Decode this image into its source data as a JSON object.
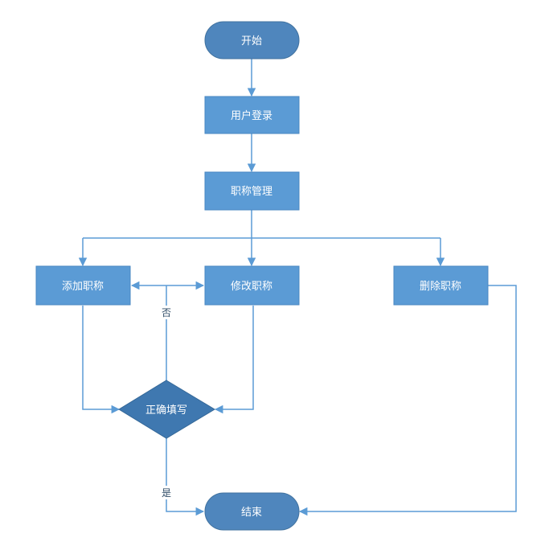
{
  "flowchart": {
    "nodes": {
      "start": "开始",
      "login": "用户登录",
      "manage": "职称管理",
      "add": "添加职称",
      "edit": "修改职称",
      "delete": "删除职称",
      "check": "正确填写",
      "end": "结束"
    },
    "edge_labels": {
      "no": "否",
      "yes": "是"
    }
  },
  "colors": {
    "process": "#5b9bd5",
    "terminal": "#4f86bd",
    "decision": "#3f78b0",
    "connector": "#5b9bd5",
    "text": "#ffffff"
  }
}
